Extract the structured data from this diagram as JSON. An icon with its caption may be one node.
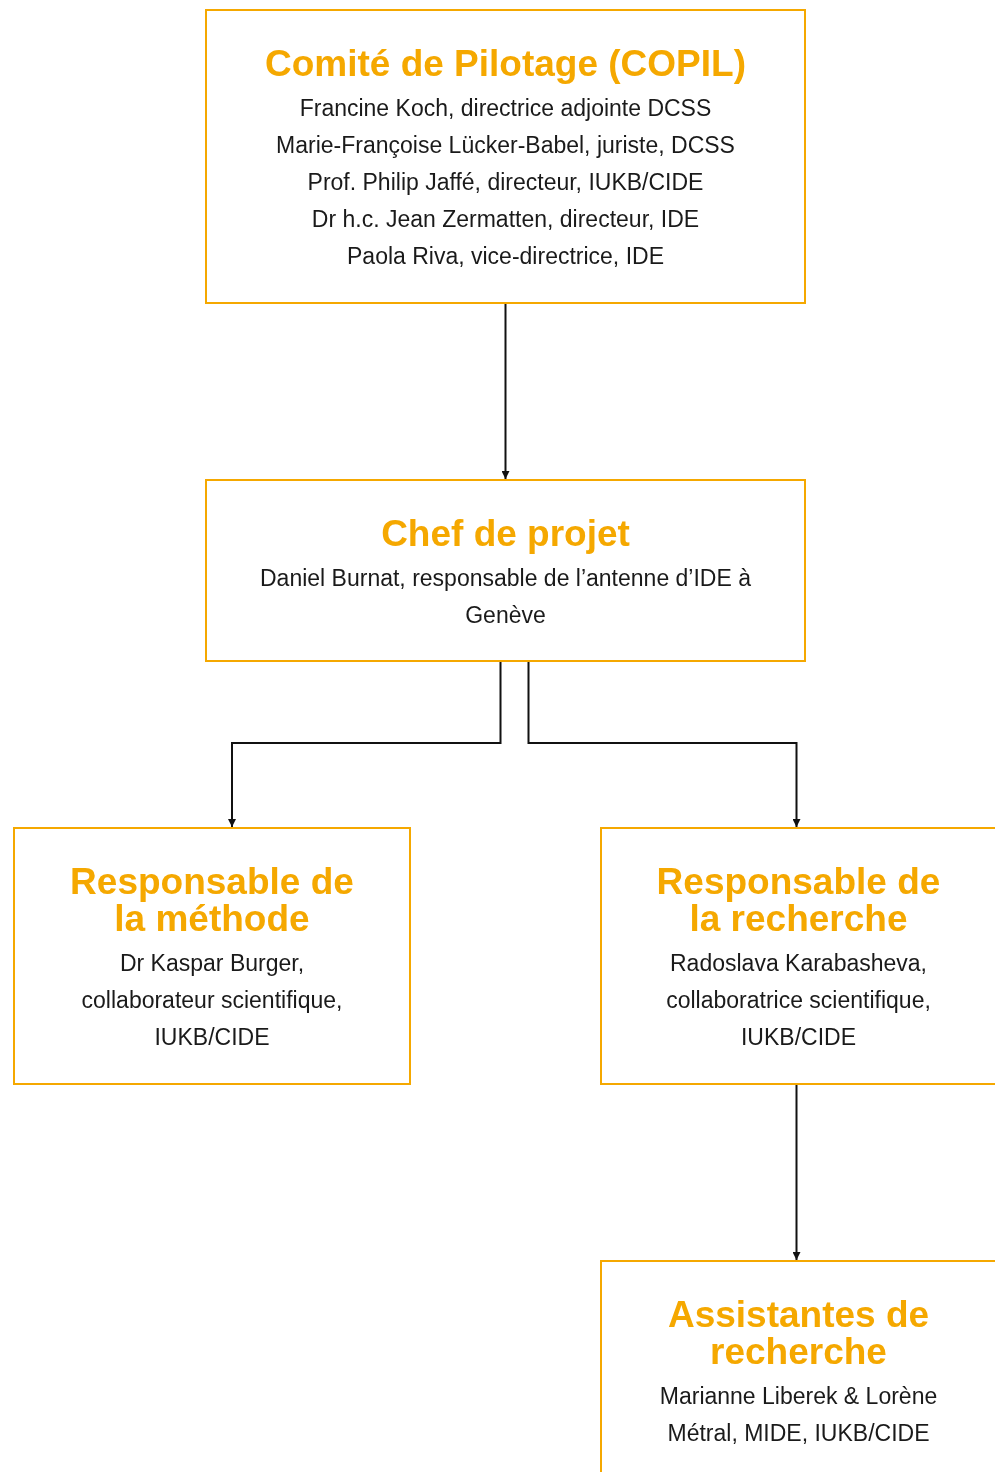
{
  "diagram": {
    "nodes": [
      {
        "text": [
          "Comité de Pilotage (COPIL)",
          "Francine Koch, directrice adjointe DCSS",
          "Marie-Françoise Lücker-Babel, juriste, DCSS",
          "Prof. Philip Jaffé, directeur, IUKB/CIDE",
          "Dr h.c. Jean Zermatten, directeur, IDE",
          "Paola Riva, vice-directrice, IDE"
        ]
      },
      {
        "text": [
          "Chef de projet",
          "Daniel Burnat, responsable de l’antenne d’IDE à Genève"
        ]
      },
      {
        "text": [
          "Responsable de la méthode",
          "Dr Kaspar Burger, collaborateur scientifique, IUKB/CIDE"
        ]
      },
      {
        "text": [
          "Responsable de la recherche",
          "Radoslava Karabasheva, collaboratrice scientifique, IUKB/CIDE"
        ]
      },
      {
        "text": [
          "Assistantes de recherche",
          "Marianne Liberek & Lorène Métral, MIDE, IUKB/CIDE"
        ]
      }
    ],
    "edges": [
      {
        "from": 0,
        "to": 1,
        "arrow": "to"
      },
      {
        "from": 1,
        "to": 2,
        "arrow": "to"
      },
      {
        "from": 1,
        "to": 3,
        "arrow": "to"
      },
      {
        "from": 3,
        "to": 4,
        "arrow": "to"
      }
    ]
  }
}
